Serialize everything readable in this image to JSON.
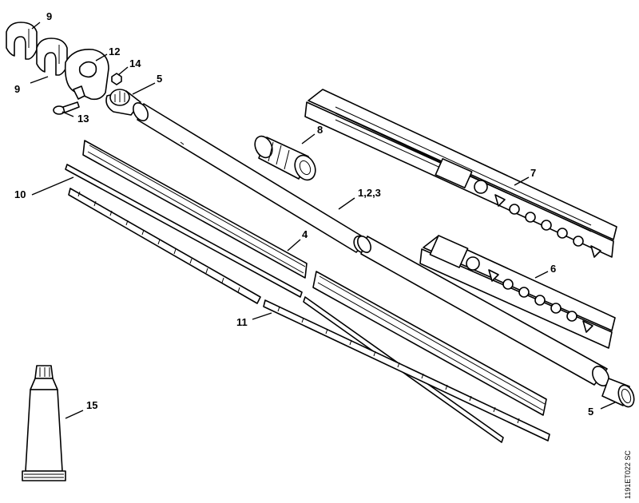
{
  "callouts": {
    "c9a": "9",
    "c9b": "9",
    "c12": "12",
    "c14": "14",
    "c5a": "5",
    "c13": "13",
    "c8": "8",
    "c7": "7",
    "c10": "10",
    "c123": "1,2,3",
    "c4": "4",
    "c6": "6",
    "c11": "11",
    "c15": "15",
    "c5b": "5"
  },
  "drawing_code": "1191ET022 SC"
}
